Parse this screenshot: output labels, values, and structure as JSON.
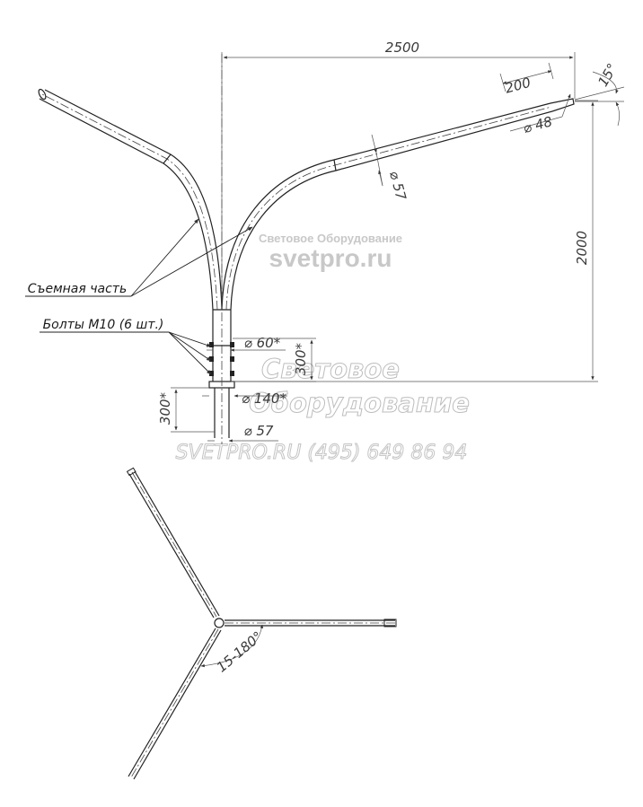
{
  "dimensions": {
    "width_2500": "2500",
    "height_2000": "2000",
    "len_200": "200",
    "angle_15": "15°",
    "dia_48": "⌀ 48",
    "dia_57_arm": "⌀ 57",
    "dia_60": "⌀ 60*",
    "h_300_upper": "300*",
    "dia_140": "⌀ 140*",
    "h_300_lower": "300*",
    "dia_57_base": "⌀ 57",
    "angle_range": "15-180°"
  },
  "labels": {
    "removable_part": "Съемная часть",
    "bolts": "Болты М10 (6 шт.)"
  },
  "watermark": {
    "small_line1": "Световое Оборудование",
    "small_line2": "svetpro.ru",
    "big_line1": "Световое",
    "big_line2": "Оборудование",
    "contact": "SVETPRO.RU   (495) 649 86 94"
  },
  "colors": {
    "line": "#222222",
    "watermark": "#c8c8c8"
  }
}
